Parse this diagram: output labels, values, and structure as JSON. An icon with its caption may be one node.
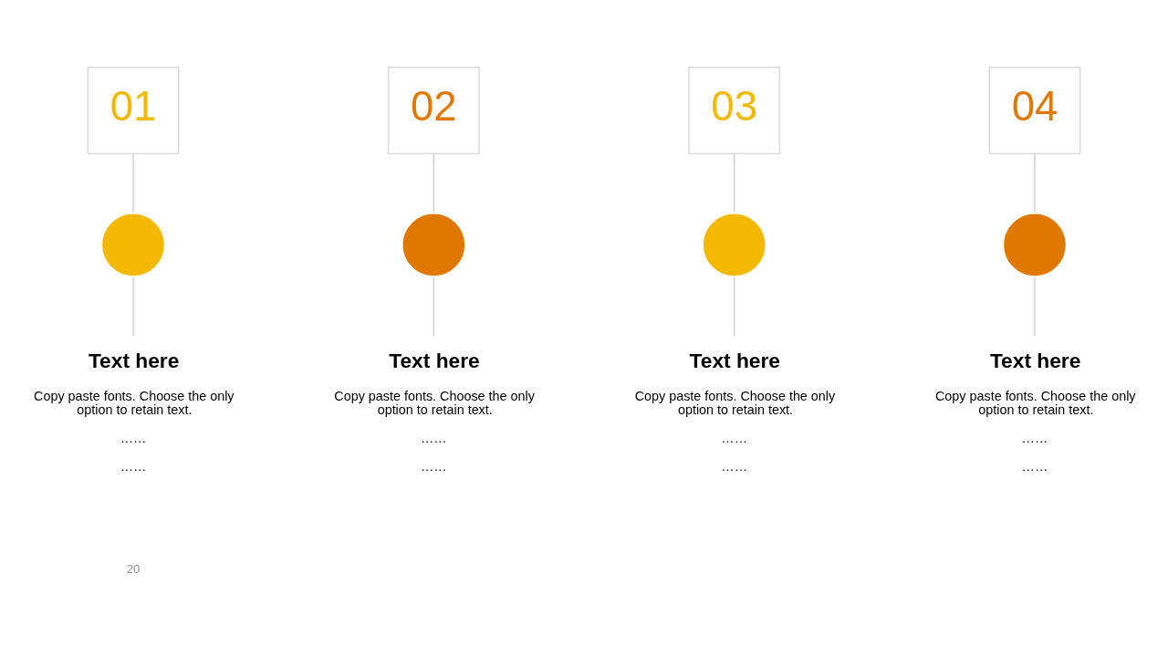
{
  "diagram": {
    "nodes": [
      {
        "text": [
          "01"
        ]
      },
      {
        "text": [],
        "shape": "circle"
      },
      {
        "text": [
          "Text here",
          "Copy paste fonts. Choose the only option to retain text.",
          "……",
          "……"
        ]
      },
      {
        "text": [
          "02"
        ]
      },
      {
        "text": [],
        "shape": "circle"
      },
      {
        "text": [
          "Text here",
          "Copy paste fonts. Choose the only option to retain text.",
          "……",
          "……"
        ]
      },
      {
        "text": [
          "03"
        ]
      },
      {
        "text": [],
        "shape": "circle"
      },
      {
        "text": [
          "Text here",
          "Copy paste fonts. Choose the only option to retain text.",
          "……",
          "……"
        ]
      },
      {
        "text": [
          "04"
        ]
      },
      {
        "text": [],
        "shape": "circle"
      },
      {
        "text": [
          "Text here",
          "Copy paste fonts. Choose the only option to retain text.",
          "……",
          "……"
        ]
      }
    ],
    "edges": [
      {
        "from": 0,
        "to": 1,
        "arrow": "none"
      },
      {
        "from": 1,
        "to": 2,
        "arrow": "none"
      },
      {
        "from": 3,
        "to": 4,
        "arrow": "none"
      },
      {
        "from": 4,
        "to": 5,
        "arrow": "none"
      },
      {
        "from": 6,
        "to": 7,
        "arrow": "none"
      },
      {
        "from": 7,
        "to": 8,
        "arrow": "none"
      },
      {
        "from": 9,
        "to": 10,
        "arrow": "none"
      },
      {
        "from": 10,
        "to": 11,
        "arrow": "none"
      }
    ],
    "labels": [
      "20"
    ]
  }
}
